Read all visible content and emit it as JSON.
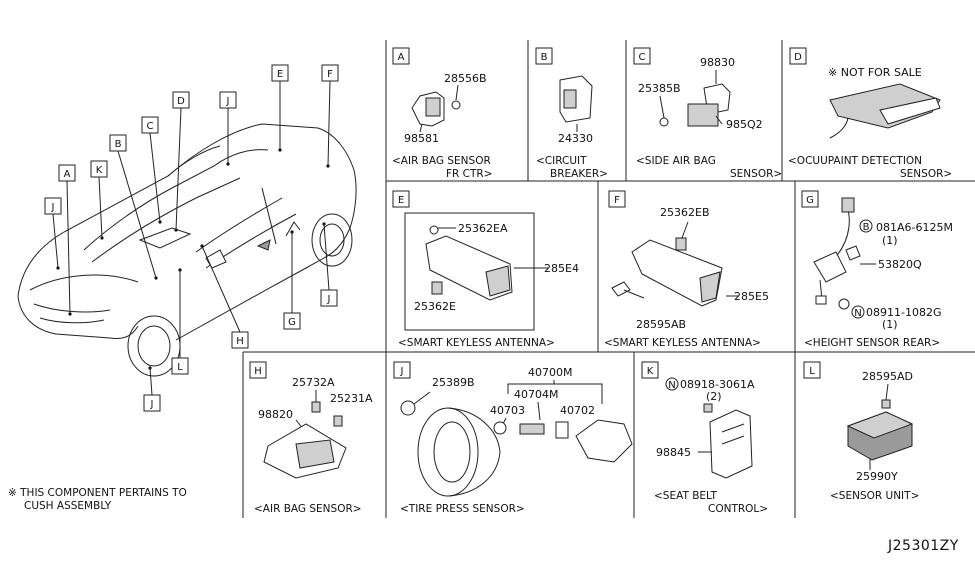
{
  "car_callouts": [
    "J",
    "A",
    "K",
    "B",
    "C",
    "D",
    "J",
    "E",
    "F",
    "J",
    "G",
    "H",
    "L",
    "J"
  ],
  "panels": {
    "A": {
      "tag": "A",
      "parts": [
        "28556B",
        "98581"
      ],
      "caption": [
        "<AIR BAG SENSOR",
        "FR CTR>"
      ]
    },
    "B": {
      "tag": "B",
      "parts": [
        "24330"
      ],
      "caption": [
        "<CIRCUIT",
        "BREAKER>"
      ]
    },
    "C": {
      "tag": "C",
      "parts": [
        "98830",
        "25385B",
        "985Q2"
      ],
      "caption": [
        "<SIDE AIR BAG",
        "SENSOR>"
      ]
    },
    "D": {
      "tag": "D",
      "note": "※ NOT FOR SALE",
      "caption": [
        "<OCUUPAINT DETECTION",
        "SENSOR>"
      ]
    },
    "E": {
      "tag": "E",
      "parts": [
        "25362EA",
        "285E4",
        "25362E"
      ],
      "caption": [
        "<SMART KEYLESS ANTENNA>"
      ]
    },
    "F": {
      "tag": "F",
      "parts": [
        "25362EB",
        "285E5",
        "28595AB"
      ],
      "caption": [
        "<SMART KEYLESS ANTENNA>"
      ]
    },
    "G": {
      "tag": "G",
      "parts": [
        "081A6-6125M",
        "(1)",
        "53820Q",
        "08911-1082G",
        "(1)"
      ],
      "badges": [
        "B",
        "N"
      ],
      "caption": [
        "<HEIGHT SENSOR REAR>"
      ]
    },
    "H": {
      "tag": "H",
      "parts": [
        "25732A",
        "25231A",
        "98820"
      ],
      "caption": [
        "<AIR BAG SENSOR>"
      ]
    },
    "J": {
      "tag": "J",
      "parts": [
        "40700M",
        "25389B",
        "40704M",
        "40703",
        "40702"
      ],
      "caption": [
        "<TIRE PRESS SENSOR>"
      ]
    },
    "K": {
      "tag": "K",
      "parts": [
        "08918-3061A",
        "(2)",
        "98845"
      ],
      "badges": [
        "N"
      ],
      "caption": [
        "<SEAT BELT",
        "CONTROL>"
      ]
    },
    "L": {
      "tag": "L",
      "parts": [
        "28595AD",
        "25990Y"
      ],
      "caption": [
        "<SENSOR UNIT>"
      ]
    }
  },
  "footnote": [
    "※ THIS COMPONENT PERTAINS TO",
    "CUSH ASSEMBLY"
  ],
  "diagram_ref": "J25301ZY"
}
